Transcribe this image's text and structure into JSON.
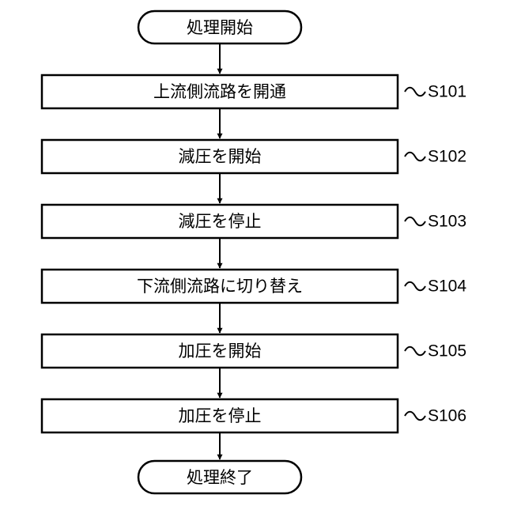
{
  "flowchart": {
    "start": {
      "text": "処理開始"
    },
    "steps": [
      {
        "id": "S101",
        "text": "上流側流路を開通"
      },
      {
        "id": "S102",
        "text": "減圧を開始"
      },
      {
        "id": "S103",
        "text": "減圧を停止"
      },
      {
        "id": "S104",
        "text": "下流側流路に切り替え"
      },
      {
        "id": "S105",
        "text": "加圧を開始"
      },
      {
        "id": "S106",
        "text": "加圧を停止"
      }
    ],
    "end": {
      "text": "処理終了"
    }
  }
}
